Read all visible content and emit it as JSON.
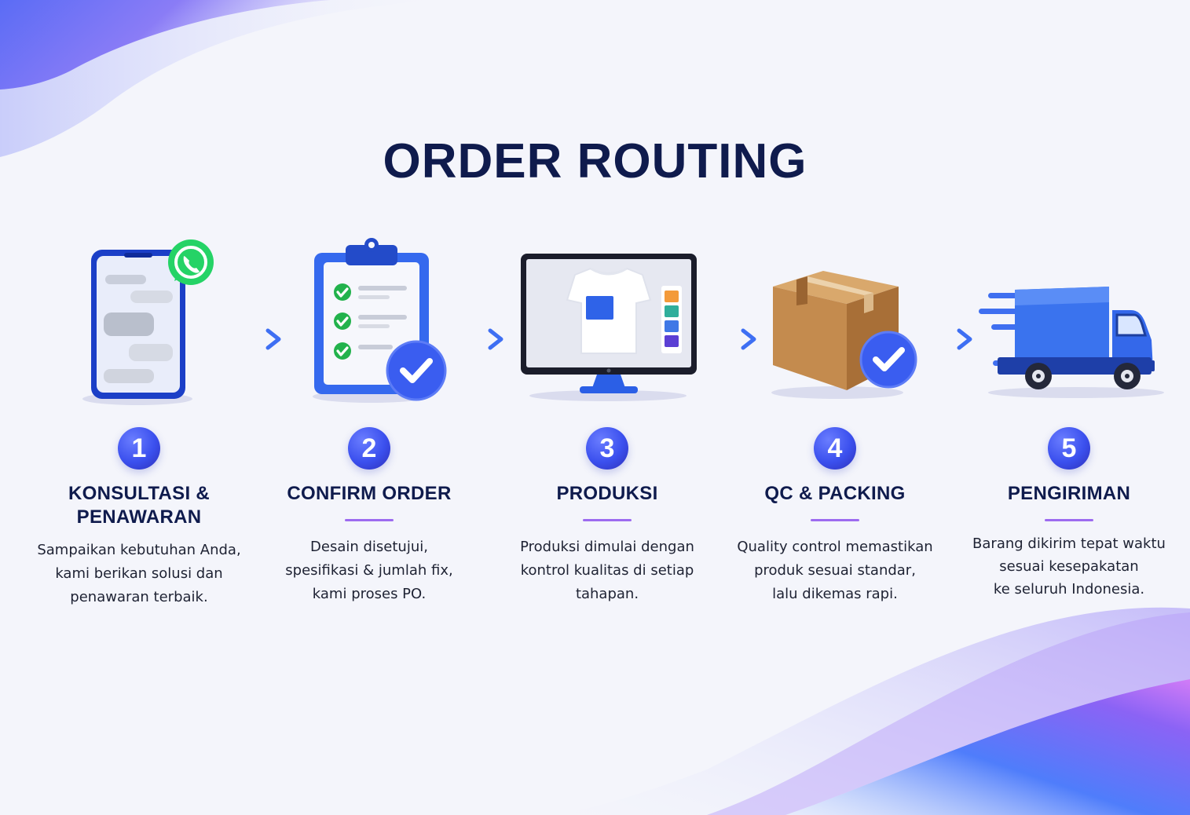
{
  "title": "ORDER ROUTING",
  "colors": {
    "navy": "#0f1b4d",
    "accent_blue": "#3b50ee",
    "accent_purple": "#9d6bf0",
    "whatsapp_green": "#25d366",
    "check_green": "#22b24c"
  },
  "steps": [
    {
      "number": "1",
      "title_lines": [
        "KONSULTASI &",
        "PENAWARAN"
      ],
      "desc_lines": [
        "Sampaikan kebutuhan Anda,",
        "kami berikan solusi dan",
        "penawaran terbaik."
      ],
      "icon": "chat-phone-icon"
    },
    {
      "number": "2",
      "title_lines": [
        "CONFIRM ORDER"
      ],
      "desc_lines": [
        "Desain disetujui,",
        "spesifikasi & jumlah fix,",
        "kami proses PO."
      ],
      "icon": "clipboard-checklist-icon"
    },
    {
      "number": "3",
      "title_lines": [
        "PRODUKSI"
      ],
      "desc_lines": [
        "Produksi dimulai dengan",
        "kontrol kualitas di setiap",
        "tahapan."
      ],
      "icon": "monitor-tshirt-icon"
    },
    {
      "number": "4",
      "title_lines": [
        "QC & PACKING"
      ],
      "desc_lines": [
        "Quality control memastikan",
        "produk sesuai standar,",
        "lalu dikemas rapi."
      ],
      "icon": "box-check-icon"
    },
    {
      "number": "5",
      "title_lines": [
        "PENGIRIMAN"
      ],
      "desc_lines": [
        "Barang dikirim tepat waktu",
        "sesuai kesepakatan",
        "ke seluruh Indonesia."
      ],
      "icon": "delivery-truck-icon"
    }
  ]
}
